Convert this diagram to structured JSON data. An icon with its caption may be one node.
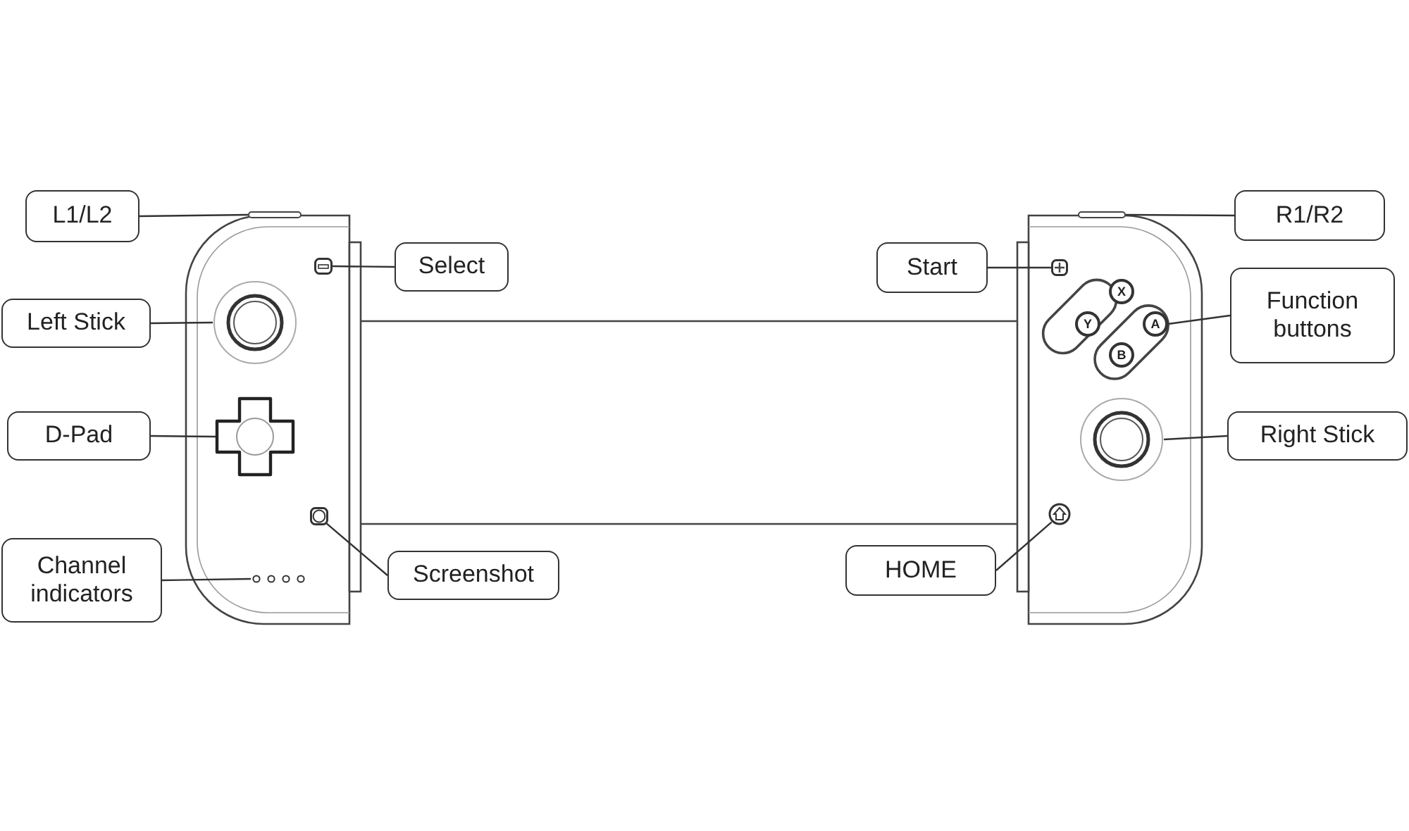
{
  "diagram": {
    "nodes": [
      {
        "text": [
          "L1/L2"
        ]
      },
      {
        "text": [],
        "shape": "bar"
      },
      {
        "text": [
          "Select"
        ]
      },
      {
        "text": [],
        "shape": "box"
      },
      {
        "text": [
          "Left Stick"
        ]
      },
      {
        "text": [],
        "shape": "circle"
      },
      {
        "text": [
          "D-Pad"
        ]
      },
      {
        "text": [],
        "shape": "cross"
      },
      {
        "text": [
          "Channel indicators"
        ]
      },
      {
        "text": [],
        "shape": "dots"
      },
      {
        "text": [
          "Screenshot"
        ]
      },
      {
        "text": [],
        "shape": "box"
      },
      {
        "text": [
          "Start"
        ]
      },
      {
        "text": [],
        "shape": "box"
      },
      {
        "text": [
          "R1/R2"
        ]
      },
      {
        "text": [],
        "shape": "bar"
      },
      {
        "text": [
          "Function buttons"
        ]
      },
      {
        "text": [
          "X"
        ]
      },
      {
        "text": [
          "Y"
        ]
      },
      {
        "text": [
          "A"
        ]
      },
      {
        "text": [
          "B"
        ]
      },
      {
        "text": [
          "Right Stick"
        ]
      },
      {
        "text": [],
        "shape": "circle"
      },
      {
        "text": [
          "HOME"
        ]
      },
      {
        "text": [],
        "shape": "circle"
      }
    ],
    "edges": [
      {
        "from": 0,
        "to": 1,
        "arrow": "none"
      },
      {
        "from": 2,
        "to": 3,
        "arrow": "none"
      },
      {
        "from": 4,
        "to": 5,
        "arrow": "none"
      },
      {
        "from": 6,
        "to": 7,
        "arrow": "none"
      },
      {
        "from": 8,
        "to": 9,
        "arrow": "none"
      },
      {
        "from": 10,
        "to": 11,
        "arrow": "none"
      },
      {
        "from": 12,
        "to": 13,
        "arrow": "none"
      },
      {
        "from": 14,
        "to": 15,
        "arrow": "none"
      },
      {
        "from": 16,
        "to": 19,
        "arrow": "none"
      },
      {
        "from": 21,
        "to": 22,
        "arrow": "none"
      },
      {
        "from": 23,
        "to": 24,
        "arrow": "none"
      }
    ]
  }
}
